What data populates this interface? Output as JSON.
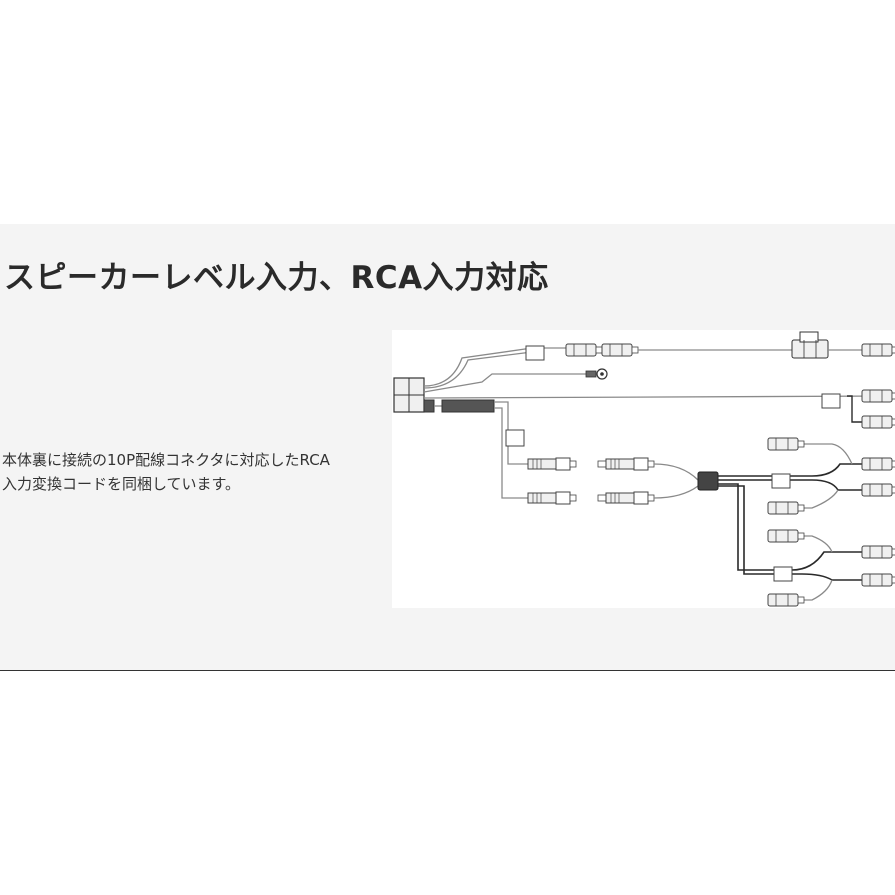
{
  "section": {
    "heading": "スピーカーレベル入力、RCA入力対応",
    "description_lines": [
      "本体裏に接続の10P配線コネクタに対応したRCA",
      "入力変換コードを同梱しています。"
    ]
  },
  "diagram": {
    "subject": "RCA input conversion cord wiring harness",
    "colors": {
      "wire_dark": "#2a2a2a",
      "wire_mid": "#8a8a8a",
      "wire_light": "#9a9a9a",
      "connector_fill": "#f0f0f0"
    },
    "icons": [
      "10p-harness-connector-icon",
      "ring-terminal-icon",
      "fuse-holder-icon",
      "rca-plug-icon",
      "rca-jack-icon",
      "spade-terminal-icon",
      "junction-block-icon"
    ]
  },
  "colors": {
    "panel_background": "#f4f4f4",
    "text": "#2a2a2a"
  }
}
